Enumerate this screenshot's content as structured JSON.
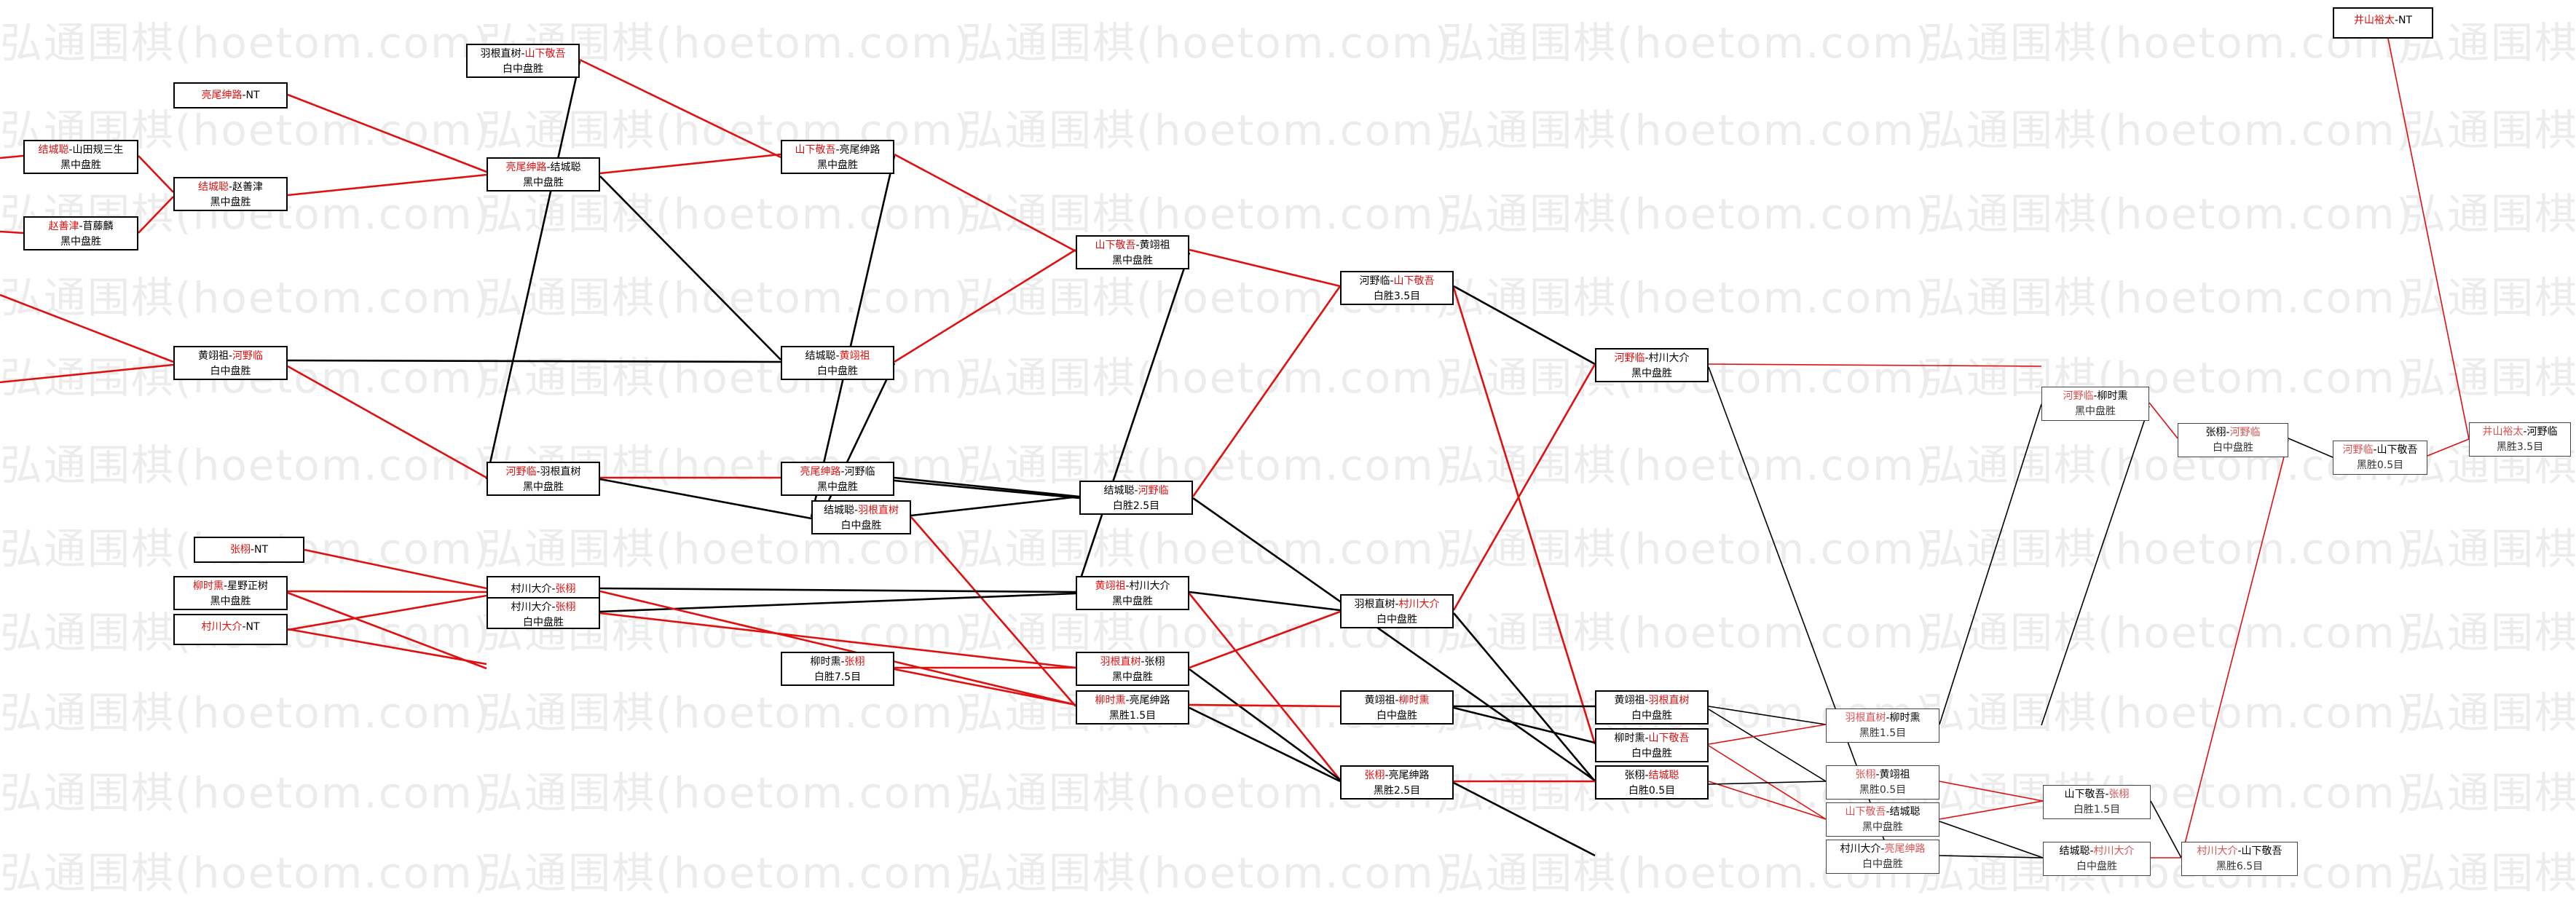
{
  "watermark": "弘通围棋(hoetom.com)",
  "colors": {
    "winner": "#e01010",
    "loser": "#000000",
    "win_line": "#e01010",
    "lose_line": "#000000"
  },
  "nodes": [
    {
      "id": "n1",
      "p": [
        {
          "t": "井山裕太",
          "c": "r"
        },
        {
          "t": "-NT",
          "c": "b"
        }
      ],
      "r": ""
    },
    {
      "id": "n2",
      "p": [
        {
          "t": "亮尾绅路",
          "c": "r"
        },
        {
          "t": "-NT",
          "c": "b"
        }
      ],
      "r": ""
    },
    {
      "id": "n3",
      "p": [
        {
          "t": "羽根直树",
          "c": "b"
        },
        {
          "t": "-",
          "c": "b"
        },
        {
          "t": "山下敬吾",
          "c": "r"
        }
      ],
      "r": "白中盘胜"
    },
    {
      "id": "n4",
      "p": [
        {
          "t": "结城聪",
          "c": "r"
        },
        {
          "t": "-山田规三生",
          "c": "b"
        }
      ],
      "r": "黑中盘胜"
    },
    {
      "id": "n5",
      "p": [
        {
          "t": "赵善津",
          "c": "r"
        },
        {
          "t": "-苜藤麟",
          "c": "b"
        }
      ],
      "r": "黑中盘胜"
    },
    {
      "id": "n6",
      "p": [
        {
          "t": "结城聪",
          "c": "r"
        },
        {
          "t": "-赵善津",
          "c": "b"
        }
      ],
      "r": "黑中盘胜"
    },
    {
      "id": "n7",
      "p": [
        {
          "t": "亮尾绅路",
          "c": "r"
        },
        {
          "t": "-结城聪",
          "c": "b"
        }
      ],
      "r": "黑中盘胜"
    },
    {
      "id": "n8",
      "p": [
        {
          "t": "山下敬吾",
          "c": "r"
        },
        {
          "t": "-亮尾绅路",
          "c": "b"
        }
      ],
      "r": "黑中盘胜"
    },
    {
      "id": "n9",
      "p": [
        {
          "t": "山下敬吾",
          "c": "r"
        },
        {
          "t": "-黄翊祖",
          "c": "b"
        }
      ],
      "r": "黑中盘胜"
    },
    {
      "id": "n10",
      "p": [
        {
          "t": "河野临",
          "c": "b"
        },
        {
          "t": "-",
          "c": "b"
        },
        {
          "t": "山下敬吾",
          "c": "r"
        }
      ],
      "r": "白胜3.5目"
    },
    {
      "id": "n11",
      "p": [
        {
          "t": "黄翊祖",
          "c": "b"
        },
        {
          "t": "-",
          "c": "b"
        },
        {
          "t": "河野临",
          "c": "r"
        }
      ],
      "r": "白中盘胜"
    },
    {
      "id": "n12",
      "p": [
        {
          "t": "结城聪",
          "c": "b"
        },
        {
          "t": "-",
          "c": "b"
        },
        {
          "t": "黄翊祖",
          "c": "r"
        }
      ],
      "r": "白中盘胜"
    },
    {
      "id": "n13",
      "p": [
        {
          "t": "河野临",
          "c": "r"
        },
        {
          "t": "-村川大介",
          "c": "b"
        }
      ],
      "r": "黑中盘胜"
    },
    {
      "id": "n14",
      "p": [
        {
          "t": "河野临",
          "c": "r"
        },
        {
          "t": "-柳时熏",
          "c": "b"
        }
      ],
      "r": "黑中盘胜"
    },
    {
      "id": "n15",
      "p": [
        {
          "t": "张栩",
          "c": "b"
        },
        {
          "t": "-",
          "c": "b"
        },
        {
          "t": "河野临",
          "c": "r"
        }
      ],
      "r": "白中盘胜"
    },
    {
      "id": "n16",
      "p": [
        {
          "t": "河野临",
          "c": "r"
        },
        {
          "t": "-山下敬吾",
          "c": "b"
        }
      ],
      "r": "黑胜0.5目"
    },
    {
      "id": "n17",
      "p": [
        {
          "t": "井山裕太",
          "c": "r"
        },
        {
          "t": "-河野临",
          "c": "b"
        }
      ],
      "r": "黑胜3.5目"
    },
    {
      "id": "n18",
      "p": [
        {
          "t": "河野临",
          "c": "r"
        },
        {
          "t": "-羽根直树",
          "c": "b"
        }
      ],
      "r": "黑中盘胜"
    },
    {
      "id": "n19",
      "p": [
        {
          "t": "亮尾绅路",
          "c": "r"
        },
        {
          "t": "-河野临",
          "c": "b"
        }
      ],
      "r": "黑中盘胜"
    },
    {
      "id": "n20",
      "p": [
        {
          "t": "结城聪",
          "c": "b"
        },
        {
          "t": "-",
          "c": "b"
        },
        {
          "t": "羽根直树",
          "c": "r"
        }
      ],
      "r": "白中盘胜"
    },
    {
      "id": "n21",
      "p": [
        {
          "t": "结城聪",
          "c": "b"
        },
        {
          "t": "-",
          "c": "b"
        },
        {
          "t": "河野临",
          "c": "r"
        }
      ],
      "r": "白胜2.5目"
    },
    {
      "id": "n22",
      "p": [
        {
          "t": "张栩",
          "c": "r"
        },
        {
          "t": "-NT",
          "c": "b"
        }
      ],
      "r": ""
    },
    {
      "id": "n23",
      "p": [
        {
          "t": "柳时熏",
          "c": "r"
        },
        {
          "t": "-星野正树",
          "c": "b"
        }
      ],
      "r": "黑中盘胜"
    },
    {
      "id": "n24",
      "p": [
        {
          "t": "村川大介",
          "c": "r"
        },
        {
          "t": "-NT",
          "c": "b"
        }
      ],
      "r": ""
    },
    {
      "id": "n25",
      "p": [
        {
          "t": "村川大介",
          "c": "b"
        },
        {
          "t": "-",
          "c": "b"
        },
        {
          "t": "张栩",
          "c": "r"
        }
      ],
      "r": ""
    },
    {
      "id": "n26",
      "p": [
        {
          "t": "村川大介",
          "c": "b"
        },
        {
          "t": "-",
          "c": "b"
        },
        {
          "t": "张栩",
          "c": "r"
        }
      ],
      "r": "白中盘胜"
    },
    {
      "id": "n27",
      "p": [
        {
          "t": "黄翊祖",
          "c": "r"
        },
        {
          "t": "-村川大介",
          "c": "b"
        }
      ],
      "r": "黑中盘胜"
    },
    {
      "id": "n28",
      "p": [
        {
          "t": "羽根直树",
          "c": "b"
        },
        {
          "t": "-",
          "c": "b"
        },
        {
          "t": "村川大介",
          "c": "r"
        }
      ],
      "r": "白中盘胜"
    },
    {
      "id": "n29",
      "p": [
        {
          "t": "柳时熏",
          "c": "b"
        },
        {
          "t": "-",
          "c": "b"
        },
        {
          "t": "张栩",
          "c": "r"
        }
      ],
      "r": "白胜7.5目"
    },
    {
      "id": "n30",
      "p": [
        {
          "t": "羽根直树",
          "c": "r"
        },
        {
          "t": "-张栩",
          "c": "b"
        }
      ],
      "r": "黑中盘胜"
    },
    {
      "id": "n31",
      "p": [
        {
          "t": "柳时熏",
          "c": "r"
        },
        {
          "t": "-亮尾绅路",
          "c": "b"
        }
      ],
      "r": "黑胜1.5目"
    },
    {
      "id": "n32",
      "p": [
        {
          "t": "黄翊祖",
          "c": "b"
        },
        {
          "t": "-",
          "c": "b"
        },
        {
          "t": "柳时熏",
          "c": "r"
        }
      ],
      "r": "白中盘胜"
    },
    {
      "id": "n33",
      "p": [
        {
          "t": "张栩",
          "c": "r"
        },
        {
          "t": "-亮尾绅路",
          "c": "b"
        }
      ],
      "r": "黑胜2.5目"
    },
    {
      "id": "n34",
      "p": [
        {
          "t": "黄翊祖",
          "c": "b"
        },
        {
          "t": "-",
          "c": "b"
        },
        {
          "t": "羽根直树",
          "c": "r"
        }
      ],
      "r": "白中盘胜"
    },
    {
      "id": "n35",
      "p": [
        {
          "t": "柳时熏",
          "c": "b"
        },
        {
          "t": "-",
          "c": "b"
        },
        {
          "t": "山下敬吾",
          "c": "r"
        }
      ],
      "r": "白中盘胜"
    },
    {
      "id": "n36",
      "p": [
        {
          "t": "张栩",
          "c": "b"
        },
        {
          "t": "-",
          "c": "b"
        },
        {
          "t": "结城聪",
          "c": "r"
        }
      ],
      "r": "白胜0.5目"
    },
    {
      "id": "n37",
      "p": [
        {
          "t": "羽根直树",
          "c": "r"
        },
        {
          "t": "-柳时熏",
          "c": "b"
        }
      ],
      "r": "黑胜1.5目"
    },
    {
      "id": "n38",
      "p": [
        {
          "t": "张栩",
          "c": "r"
        },
        {
          "t": "-黄翊祖",
          "c": "b"
        }
      ],
      "r": "黑胜0.5目"
    },
    {
      "id": "n39",
      "p": [
        {
          "t": "山下敬吾",
          "c": "r"
        },
        {
          "t": "-结城聪",
          "c": "b"
        }
      ],
      "r": "黑中盘胜"
    },
    {
      "id": "n40",
      "p": [
        {
          "t": "村川大介",
          "c": "b"
        },
        {
          "t": "-",
          "c": "b"
        },
        {
          "t": "亮尾绅路",
          "c": "r"
        }
      ],
      "r": "白中盘胜"
    },
    {
      "id": "n41",
      "p": [
        {
          "t": "结城聪",
          "c": "b"
        },
        {
          "t": "-",
          "c": "b"
        },
        {
          "t": "村川大介",
          "c": "r"
        }
      ],
      "r": "白中盘胜"
    },
    {
      "id": "n42",
      "p": [
        {
          "t": "山下敬吾",
          "c": "b"
        },
        {
          "t": "-",
          "c": "b"
        },
        {
          "t": "张栩",
          "c": "r"
        }
      ],
      "r": "白胜1.5目"
    },
    {
      "id": "n43",
      "p": [
        {
          "t": "村川大介",
          "c": "r"
        },
        {
          "t": "-山下敬吾",
          "c": "b"
        }
      ],
      "r": "黑胜6.5目"
    }
  ]
}
